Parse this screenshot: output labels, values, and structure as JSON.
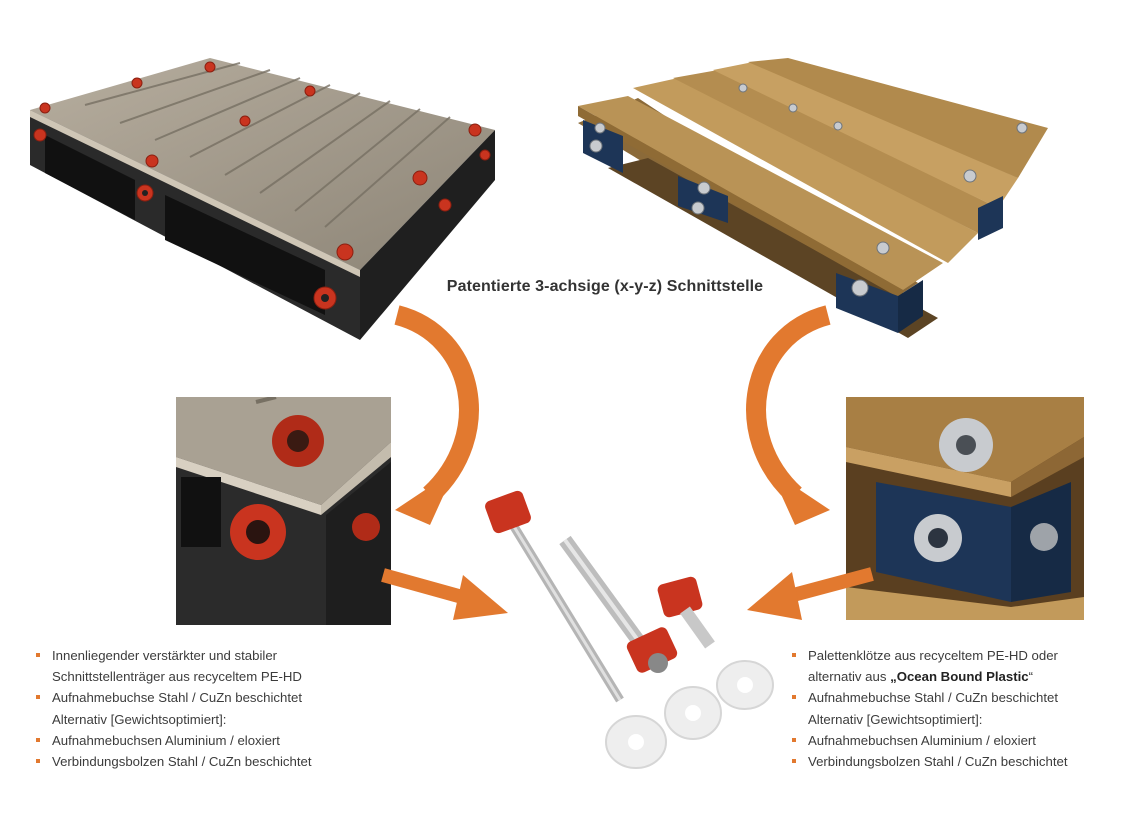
{
  "heading": "Patentierte 3-achsige (x-y-z) Schnittstelle",
  "left_list": [
    {
      "line1": "Innenliegender verstärkter und stabiler",
      "line2": "Schnittstellenträger aus recyceltem PE-HD"
    },
    {
      "line1": "Aufnahmebuchse Stahl / CuZn beschichtet",
      "line2": "Alternativ [Gewichtsoptimiert]:"
    },
    {
      "line1": "Aufnahmebuchsen Aluminium / eloxiert"
    },
    {
      "line1": "Verbindungsbolzen Stahl / CuZn beschichtet"
    }
  ],
  "right_list": {
    "item1_line1": "Palettenklötze aus recyceltem PE-HD oder",
    "item1_line2_prefix": "alternativ aus ",
    "item1_line2_bold": "„Ocean Bound Plastic",
    "item1_line2_suffix": "“",
    "item2_line1": "Aufnahmebuchse Stahl / CuZn beschichtet",
    "item2_line2": "Alternativ [Gewichtsoptimiert]:",
    "item3": "Aufnahmebuchsen Aluminium / eloxiert",
    "item4": "Verbindungsbolzen Stahl / CuZn beschichtet"
  },
  "colors": {
    "accent_orange": "#e2792f",
    "bullet_orange": "#e2792f",
    "plastic_pallet_top": "#a39a8c",
    "plastic_pallet_body": "#2b2b2b",
    "red_bushing": "#c9341f",
    "wood": "#b08a4e",
    "block_blue": "#1d3557"
  },
  "icons": [
    "plastic-pallet-image",
    "wooden-pallet-image",
    "plastic-corner-closeup-image",
    "wooden-corner-closeup-image",
    "connector-parts-image",
    "curved-arrow-icon",
    "straight-arrow-icon"
  ]
}
